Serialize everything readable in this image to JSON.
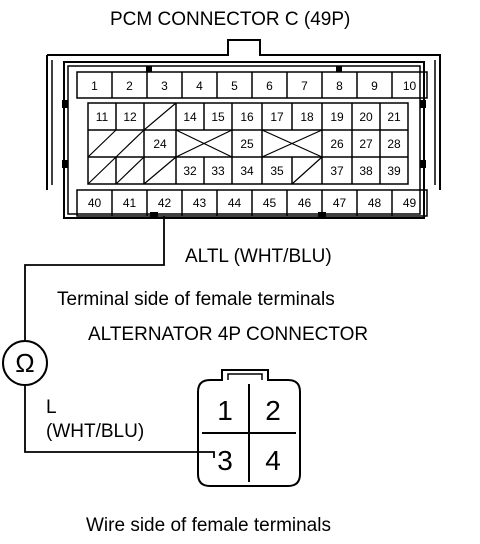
{
  "pcm": {
    "title": "PCM CONNECTOR C (49P)",
    "row1": [
      "1",
      "2",
      "3",
      "4",
      "5",
      "6",
      "7",
      "8",
      "9",
      "10"
    ],
    "row2": [
      "11",
      "12",
      "14",
      "15",
      "16",
      "17",
      "18",
      "19",
      "20",
      "21"
    ],
    "row3": [
      "24",
      "25",
      "26",
      "27",
      "28"
    ],
    "row4": [
      "32",
      "33",
      "34",
      "35",
      "37",
      "38",
      "39"
    ],
    "row5": [
      "40",
      "41",
      "42",
      "43",
      "44",
      "45",
      "46",
      "47",
      "48",
      "49"
    ]
  },
  "wire_pcm_label": "ALTL (WHT/BLU)",
  "pcm_side_label": "Terminal side of female terminals",
  "alternator": {
    "title": "ALTERNATOR 4P CONNECTOR",
    "pins": [
      "1",
      "2",
      "3",
      "4"
    ]
  },
  "wire_alt_label_line1": "L",
  "wire_alt_label_line2": "(WHT/BLU)",
  "ohm_symbol": "Ω",
  "alt_side_label": "Wire side of female terminals"
}
